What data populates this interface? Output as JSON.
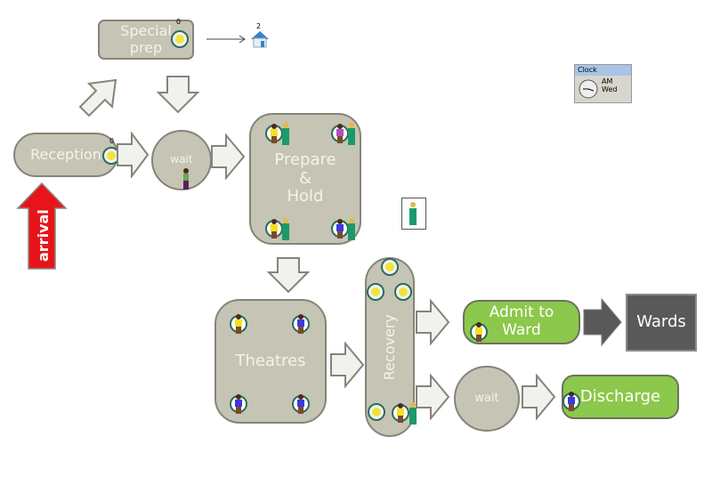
{
  "diagram": {
    "nodes": {
      "special_prep": {
        "label": "Special\nprep",
        "count": "0"
      },
      "reception": {
        "label": "Reception",
        "count": "0"
      },
      "wait1": {
        "label": "wait"
      },
      "prepare_hold": {
        "label": "Prepare\n&\nHold"
      },
      "theatres": {
        "label": "Theatres"
      },
      "recovery": {
        "label": "Recovery"
      },
      "admit": {
        "label": "Admit to\nWard"
      },
      "wards": {
        "label": "Wards"
      },
      "wait2": {
        "label": "wait"
      },
      "discharge": {
        "label": "Discharge"
      }
    },
    "arrival": {
      "label": "arrival"
    },
    "home": {
      "count": "2"
    },
    "clock": {
      "title": "Clock",
      "line1": "AM",
      "line2": "Wed"
    },
    "colors": {
      "node_fill": "#c6c4b4",
      "green": "#8cc84b",
      "dark": "#595959",
      "arrival": "#e8141b",
      "arrow_fill": "#f1f1ee"
    }
  }
}
